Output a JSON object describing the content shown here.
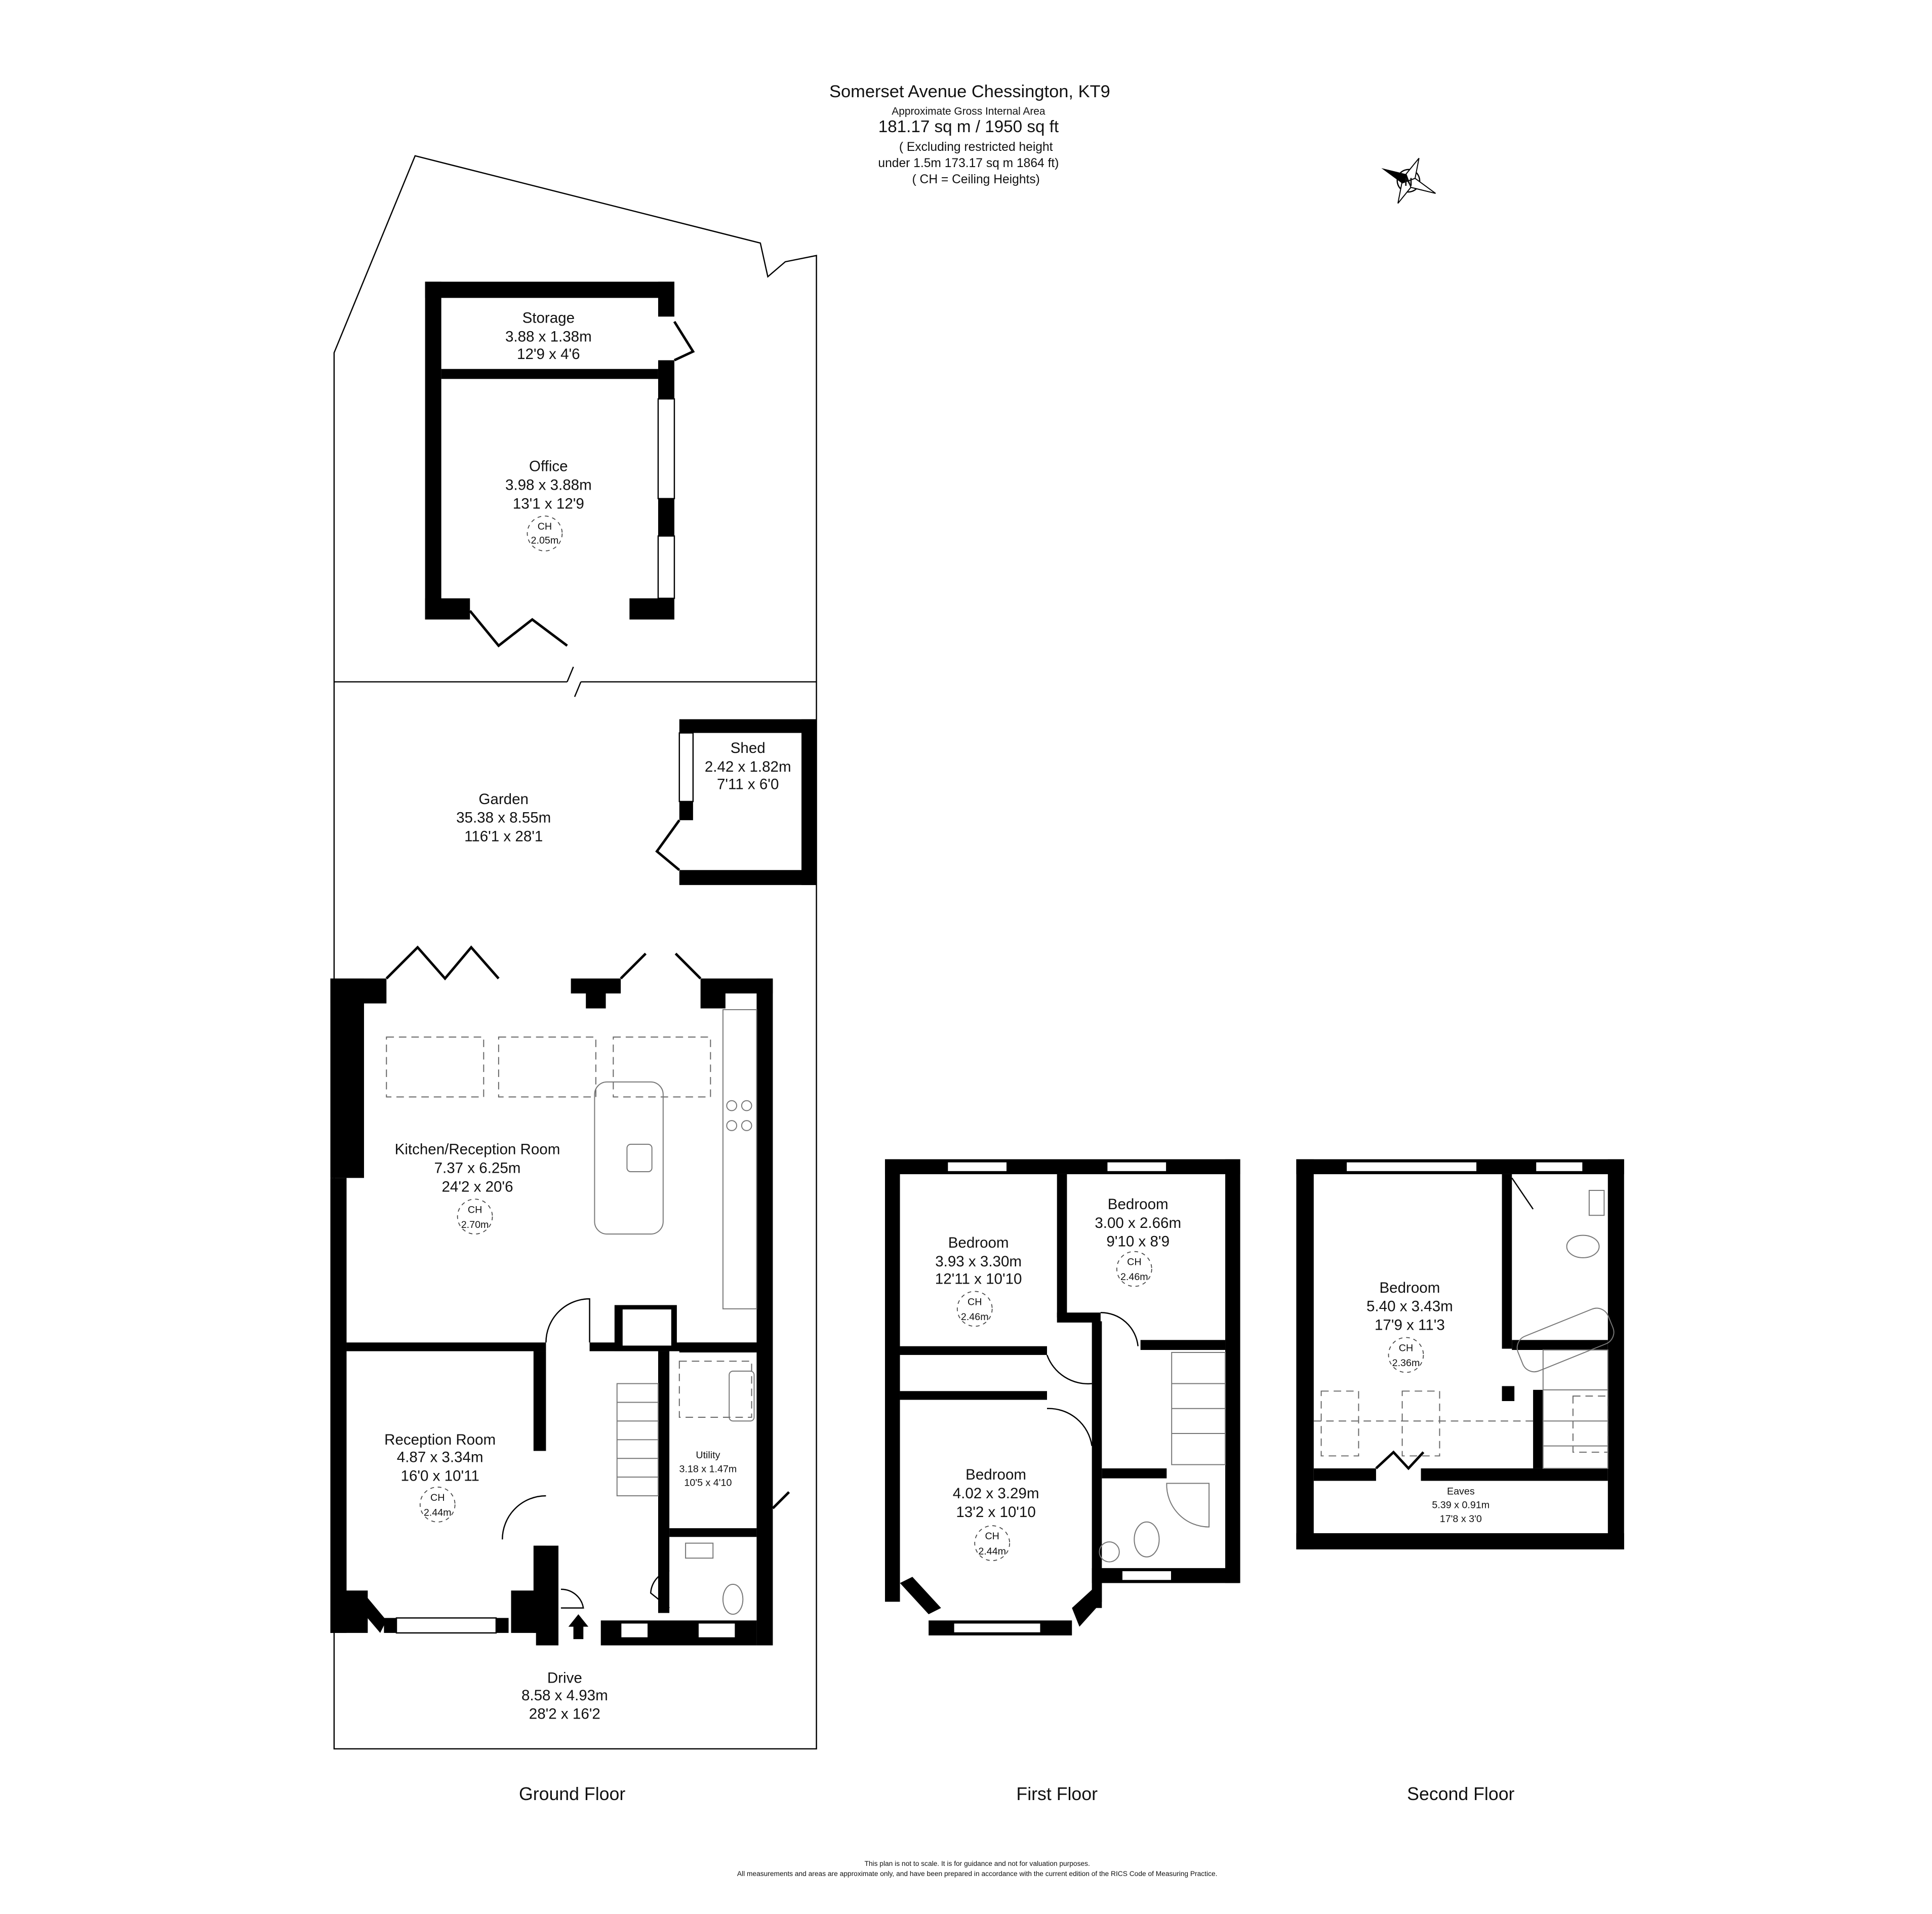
{
  "header": {
    "title": "Somerset Avenue Chessington, KT9",
    "subtitle": "Approximate Gross Internal Area",
    "area": "181.17 sq m / 1950 sq ft",
    "excluding_line1": "( Excluding restricted height",
    "excluding_line2": "under 1.5m 173.17 sq m 1864 ft)",
    "ch_note": "( CH = Ceiling Heights)"
  },
  "compass": {
    "label": "N"
  },
  "rooms": {
    "storage": {
      "name": "Storage",
      "metric": "3.88 x 1.38m",
      "imperial": "12'9 x 4'6"
    },
    "office": {
      "name": "Office",
      "metric": "3.98 x 3.88m",
      "imperial": "13'1 x 12'9",
      "ch_label": "CH",
      "ch": "2.05m"
    },
    "shed": {
      "name": "Shed",
      "metric": "2.42 x 1.82m",
      "imperial": "7'11 x 6'0"
    },
    "garden": {
      "name": "Garden",
      "metric": "35.38 x 8.55m",
      "imperial": "116'1 x 28'1"
    },
    "kitchen": {
      "name": "Kitchen/Reception Room",
      "metric": "7.37 x 6.25m",
      "imperial": "24'2 x 20'6",
      "ch_label": "CH",
      "ch": "2.70m"
    },
    "reception": {
      "name": "Reception Room",
      "metric": "4.87 x 3.34m",
      "imperial": "16'0 x 10'11",
      "ch_label": "CH",
      "ch": "2.44m"
    },
    "utility": {
      "name": "Utility",
      "metric": "3.18 x 1.47m",
      "imperial": "10'5 x 4'10"
    },
    "drive": {
      "name": "Drive",
      "metric": "8.58 x 4.93m",
      "imperial": "28'2 x 16'2"
    },
    "bedroom1": {
      "name": "Bedroom",
      "metric": "3.93 x 3.30m",
      "imperial": "12'11 x 10'10",
      "ch_label": "CH",
      "ch": "2.46m"
    },
    "bedroom2": {
      "name": "Bedroom",
      "metric": "3.00 x 2.66m",
      "imperial": "9'10 x 8'9",
      "ch_label": "CH",
      "ch": "2.46m"
    },
    "bedroom3": {
      "name": "Bedroom",
      "metric": "4.02 x 3.29m",
      "imperial": "13'2 x 10'10",
      "ch_label": "CH",
      "ch": "2.44m"
    },
    "bedroom4": {
      "name": "Bedroom",
      "metric": "5.40 x 3.43m",
      "imperial": "17'9 x 11'3",
      "ch_label": "CH",
      "ch": "2.36m"
    },
    "eaves": {
      "name": "Eaves",
      "metric": "5.39 x 0.91m",
      "imperial": "17'8 x 3'0"
    }
  },
  "floors": {
    "ground": "Ground Floor",
    "first": "First Floor",
    "second": "Second Floor"
  },
  "footer": {
    "line1": "This plan is not to scale. It is for guidance and not for valuation purposes.",
    "line2": "All measurements and areas are approximate only, and have been prepared in accordance with the current edition of the RICS Code of Measuring Practice."
  }
}
